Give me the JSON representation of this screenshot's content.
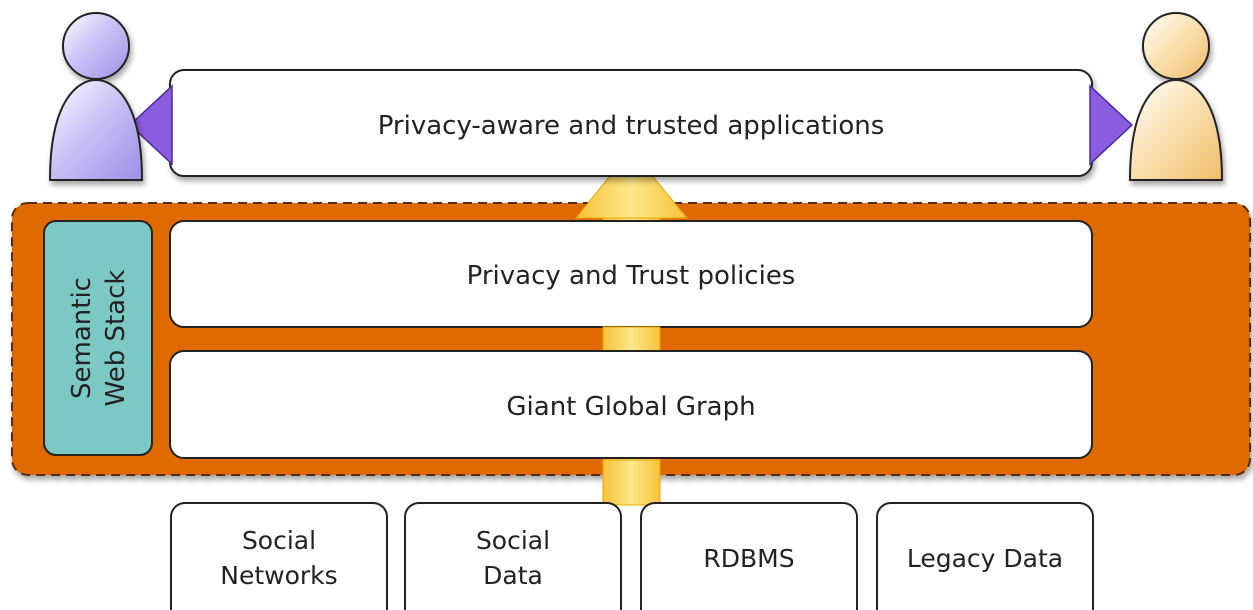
{
  "diagram": {
    "top_layer": "Privacy-aware and trusted applications",
    "stack_label_line1": "Semantic",
    "stack_label_line2": "Web Stack",
    "policies_layer": "Privacy and Trust policies",
    "graph_layer": "Giant Global Graph",
    "sources": [
      {
        "line1": "Social",
        "line2": "Networks"
      },
      {
        "line1": "Social",
        "line2": "Data"
      },
      {
        "line1": "RDBMS",
        "line2": ""
      },
      {
        "line1": "Legacy Data",
        "line2": ""
      }
    ],
    "user_left_color": "#b9aef0",
    "user_right_color": "#f5d49a",
    "arrow_color": "#fbd76a",
    "stack_color": "#e06a00",
    "stack_label_color": "#7cc8c5",
    "pointer_color": "#8a5ce0"
  }
}
